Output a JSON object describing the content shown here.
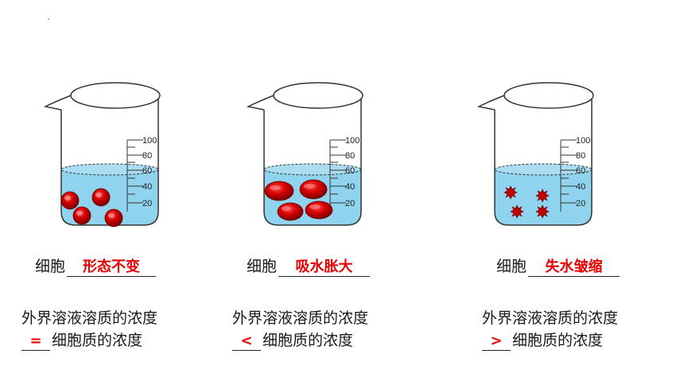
{
  "scale_ticks": [
    "100",
    "80",
    "60",
    "40",
    "20"
  ],
  "beakers": [
    {
      "cell_prefix": "细胞",
      "cell_state": "形态不变",
      "conc_line1": "外界溶液溶质的浓度",
      "relation": "=",
      "conc_suffix": "细胞质的浓度",
      "cell_shape": "round-red-cells"
    },
    {
      "cell_prefix": "细胞",
      "cell_state": "吸水胀大",
      "conc_line1": "外界溶液溶质的浓度",
      "relation": "<",
      "conc_suffix": "细胞质的浓度",
      "cell_shape": "swollen-red-cells"
    },
    {
      "cell_prefix": "细胞",
      "cell_state": "失水皱缩",
      "conc_line1": "外界溶液溶质的浓度",
      "relation": ">",
      "conc_suffix": "细胞质的浓度",
      "cell_shape": "shrunken-red-cells"
    }
  ],
  "colors": {
    "water": "#8fd3ee",
    "cell": "#d40000",
    "answer": "#e60000"
  }
}
